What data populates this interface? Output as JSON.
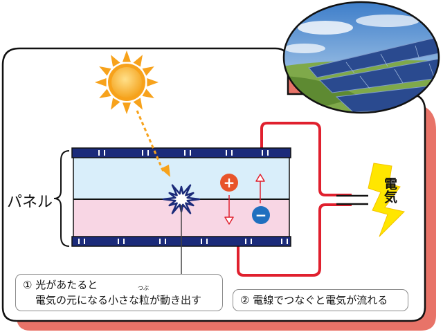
{
  "panel_label": "パネル",
  "electricity_label": "電気",
  "step1": {
    "line1": "① 光があたると",
    "line2_before": "電気の元になる小さな",
    "ruby_base": "粒",
    "ruby_text": "つぶ",
    "line2_after": "が動き出す"
  },
  "step2": "② 電線でつなぐと電気が流れる",
  "symbols": {
    "plus": "+",
    "minus": "−"
  },
  "colors": {
    "frame_shadow": "#e87368",
    "wire": "#e0202e",
    "panel_top": "#d9eefa",
    "panel_bottom": "#f8d6e4",
    "panel_edge": "#1b2b7a",
    "sun": "#f7a21b",
    "lightning": "#ffe600",
    "plus_badge": "#e8542a",
    "minus_badge": "#1f6fbf"
  },
  "icons": [
    "sun-icon",
    "lightning-icon",
    "solar-farm-photo",
    "burst-icon",
    "plus-badge-icon",
    "minus-badge-icon"
  ]
}
